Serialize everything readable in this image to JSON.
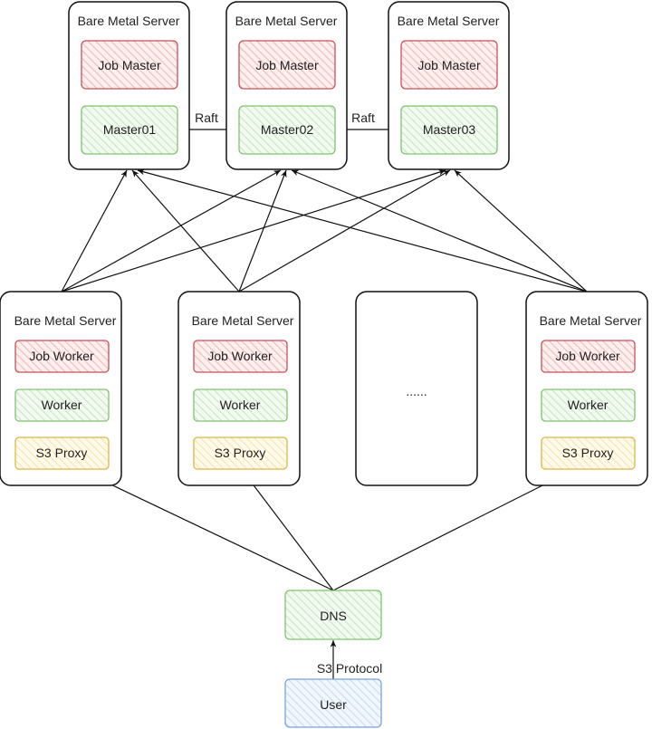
{
  "masters": [
    {
      "server_label": "Bare Metal Server",
      "job_label": "Job Master",
      "master_label": "Master01"
    },
    {
      "server_label": "Bare Metal Server",
      "job_label": "Job Master",
      "master_label": "Master02"
    },
    {
      "server_label": "Bare Metal Server",
      "job_label": "Job Master",
      "master_label": "Master03"
    }
  ],
  "raft_labels": [
    "Raft",
    "Raft"
  ],
  "workers": [
    {
      "server_label": "Bare Metal Server",
      "job_label": "Job Worker",
      "worker_label": "Worker",
      "proxy_label": "S3 Proxy"
    },
    {
      "server_label": "Bare Metal Server",
      "job_label": "Job Worker",
      "worker_label": "Worker",
      "proxy_label": "S3 Proxy"
    },
    {
      "server_label": "Bare Metal Server",
      "job_label": "Job Worker",
      "worker_label": "Worker",
      "proxy_label": "S3 Proxy"
    }
  ],
  "placeholder_label": "......",
  "dns_label": "DNS",
  "protocol_label": "S3 Protocol",
  "user_label": "User",
  "colors": {
    "job_red": "#f8cecc",
    "job_red_stroke": "#c8505a",
    "worker_green": "#d5e8d4",
    "worker_green_stroke": "#7fc46e",
    "proxy_yellow": "#fff2cc",
    "proxy_yellow_stroke": "#d9b84a",
    "user_blue": "#dae8fc",
    "user_blue_stroke": "#7aa4d6"
  }
}
